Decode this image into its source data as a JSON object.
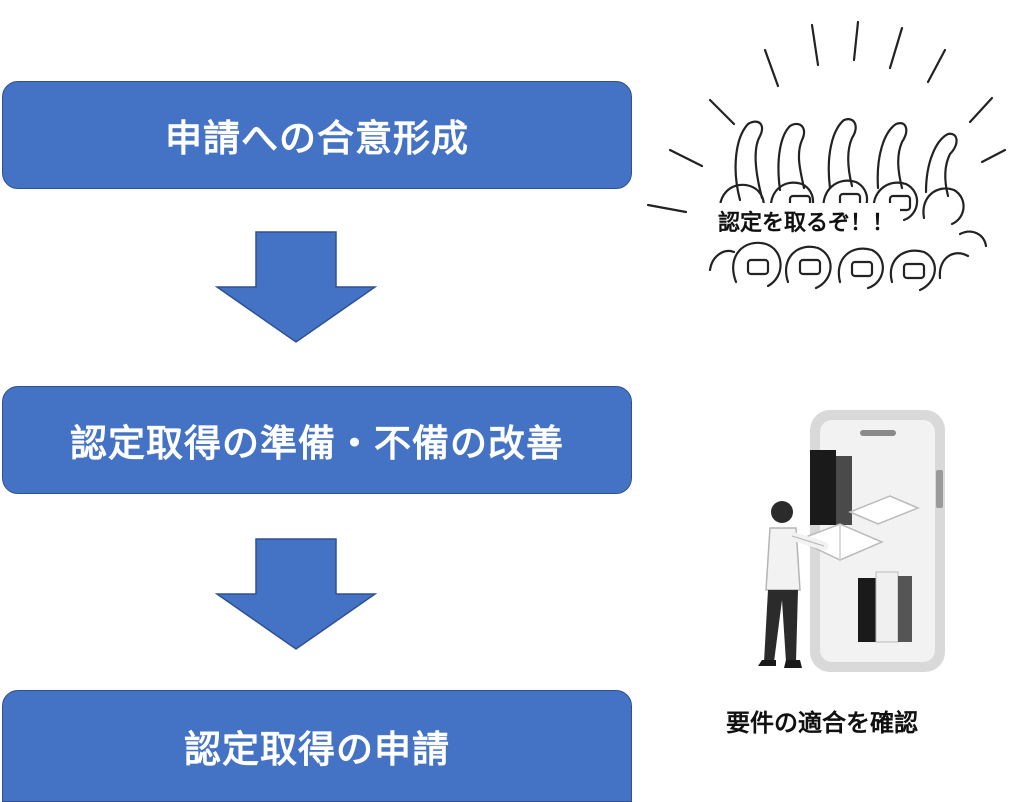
{
  "colors": {
    "box_fill": "#4472c4",
    "box_border": "#2f528f",
    "arrow_fill": "#4472c4",
    "text_on_box": "#ffffff"
  },
  "steps": [
    {
      "label": "申請への合意形成"
    },
    {
      "label": "認定取得の準備・不備の改善"
    },
    {
      "label": "認定取得の申請"
    }
  ],
  "illustrations": {
    "crowd": {
      "icon": "cheering-crowd-sketch-icon",
      "caption": "認定を取るぞ！！"
    },
    "reader": {
      "icon": "person-reading-books-phone-icon",
      "caption": "要件の適合を確認"
    }
  }
}
